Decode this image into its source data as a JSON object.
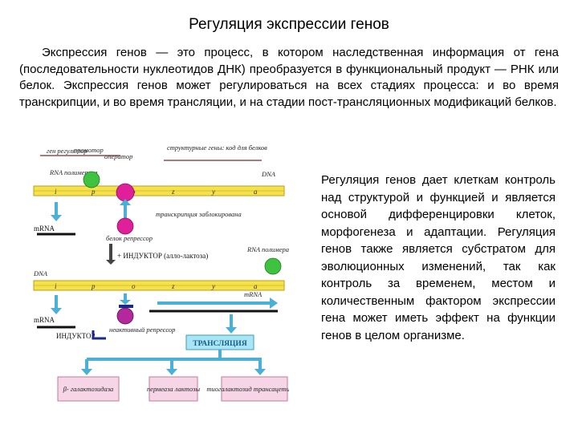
{
  "title": "Регуляция экспрессии генов",
  "intro": "Экспрессия генов — это процесс, в котором наследственная информация от гена (последовательности нуклеотидов ДНК) преобразуется в функциональный продукт — РНК или белок. Экспрессия генов может регулироваться на всех стадиях процесса: и во время транскрипции, и во время трансляции, и на стадии пост-трансляционных модификаций белков.",
  "side_text": "Регуляция генов дает клеткам контроль над структурой и функцией и является основой дифференцировки клеток, морфогенеза и адаптации. Регуляция генов также является субстратом для эволюционных изменений, так как контроль за временем, местом и количественным фактором экспрессии гена может иметь эффект на функции генов в целом организме.",
  "diagram": {
    "gene_regulator": "ген регулятор",
    "promoter": "промотор",
    "operator": "оператор",
    "structural_genes": "структурные гены: код для белков",
    "rna_polymerase": "RNA полимераза",
    "dna": "DNA",
    "segments": [
      "i",
      "p",
      "o",
      "z",
      "y",
      "a"
    ],
    "mrna": "mRNA",
    "repressor_protein": "белок репрессор",
    "transcription_blocked": "транскрипция заблокирована",
    "inducer_step": "+ ИНДУКТОР (алло-лактоза)",
    "inactive_repressor": "неактивный репрессор",
    "inducer": "ИНДУКТОР",
    "translation": "ТРАНСЛЯЦИЯ",
    "products": [
      "β- галактозидаза",
      "пермеаза лактозы",
      "тиогалактозид трансацетилаза"
    ],
    "colors": {
      "dna_strip": "#f3e24a",
      "dna_border": "#c39a1a",
      "polymerase": "#3fc23f",
      "repressor": "#e0209b",
      "inactive_repressor": "#b3289e",
      "arrow": "#4ab0d6",
      "mrna": "#111111",
      "translation_box": "#a8e6f4"
    }
  }
}
